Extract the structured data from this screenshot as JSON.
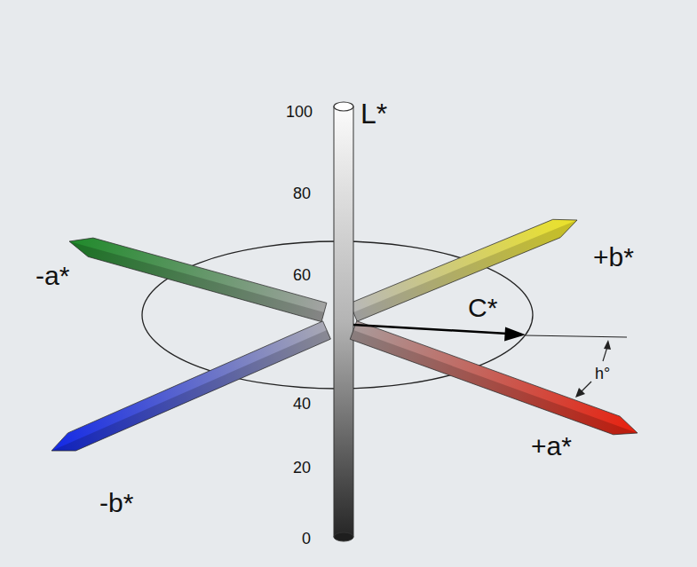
{
  "diagram": {
    "labels": [
      "100",
      "L*",
      "80",
      "60",
      "-a*",
      "+b*",
      "C*",
      "h°",
      "40",
      "-b*",
      "+a*",
      "20",
      "0"
    ]
  }
}
